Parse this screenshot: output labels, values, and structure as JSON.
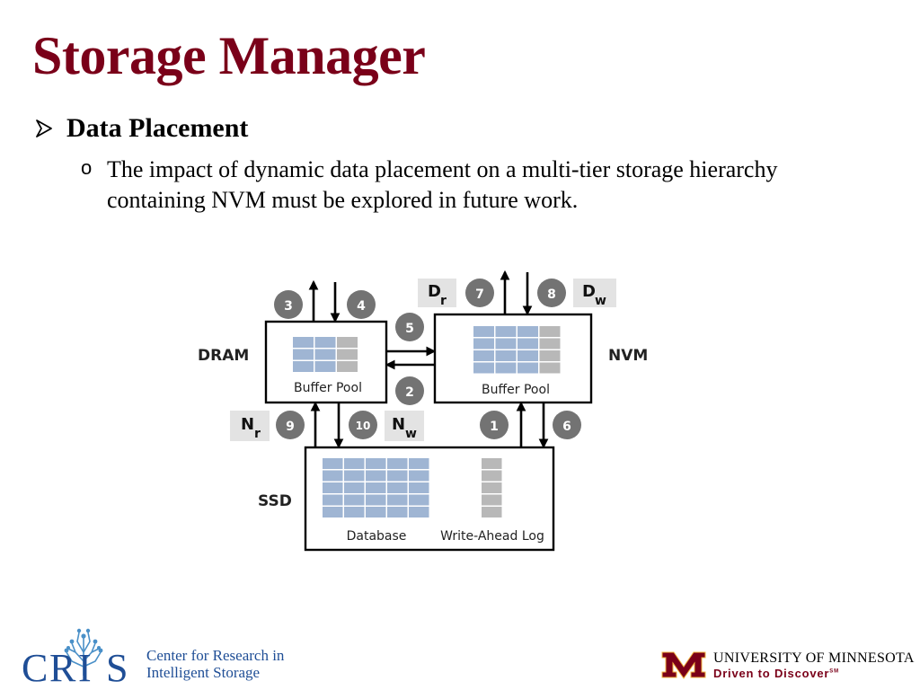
{
  "title": "Storage Manager",
  "bullet": {
    "heading": "Data Placement",
    "sub_marker": "o",
    "sub_line1": "The impact of dynamic data placement on a multi-tier storage hierarchy",
    "sub_line2": "containing NVM must be explored in future work."
  },
  "diagram": {
    "tiers": {
      "dram": "DRAM",
      "nvm": "NVM",
      "ssd": "SSD"
    },
    "boxes": {
      "dram_buffer": "Buffer Pool",
      "nvm_buffer": "Buffer Pool",
      "database": "Database",
      "wal": "Write-Ahead Log"
    },
    "steps": [
      "1",
      "2",
      "3",
      "4",
      "5",
      "6",
      "7",
      "8",
      "9",
      "10"
    ],
    "tags": {
      "dr_main": "D",
      "dr_sub": "r",
      "dw_main": "D",
      "dw_sub": "w",
      "nr_main": "N",
      "nr_sub": "r",
      "nw_main": "N",
      "nw_sub": "w"
    },
    "colors": {
      "cell_blue": "#9fb5d3",
      "cell_gray": "#b8b8b8",
      "circle": "#737373",
      "tag_bg": "#e3e3e3"
    }
  },
  "footer": {
    "cris_letters": [
      "C",
      "R",
      "I",
      "S"
    ],
    "cris_line1_parts": [
      "C",
      "enter for ",
      "R",
      "esearch in"
    ],
    "cris_line2_parts": [
      "I",
      "ntelligent ",
      "S",
      "torage"
    ],
    "umn_name": "UNIVERSITY OF MINNESOTA",
    "umn_tagline": "Driven to Discover",
    "umn_tm": "SM"
  }
}
